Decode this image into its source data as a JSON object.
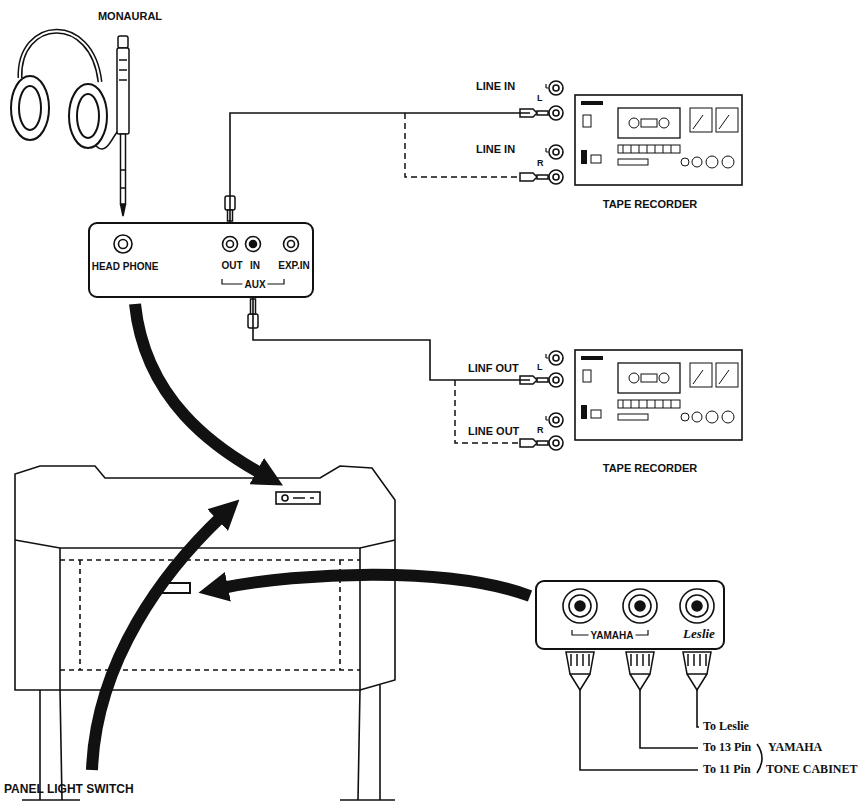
{
  "diagram": {
    "nodes": [
      {
        "text": [
          "TAPE RECORDER"
        ]
      },
      {
        "text": [
          "HEAD PHONE",
          "OUT",
          "IN",
          "EXP.IN",
          "AUX"
        ]
      },
      {
        "text": [
          "TAPE RECORDER"
        ]
      },
      {
        "text": [
          "YAMAHA",
          "Leslie"
        ]
      }
    ],
    "edges": [
      {
        "from": 1,
        "to": 0,
        "arrow": "none"
      },
      {
        "from": 2,
        "to": 1,
        "arrow": "none"
      }
    ],
    "labels": [
      "MONAURAL",
      "LINE IN",
      "L",
      "LINE IN",
      "R",
      "LINF OUT",
      "L",
      "LINE OUT",
      "R",
      "To Leslie",
      "To 13 Pin",
      "To 11 Pin",
      "YAMAHA",
      "TONE CABINET",
      "PANEL LIGHT SWITCH"
    ]
  }
}
